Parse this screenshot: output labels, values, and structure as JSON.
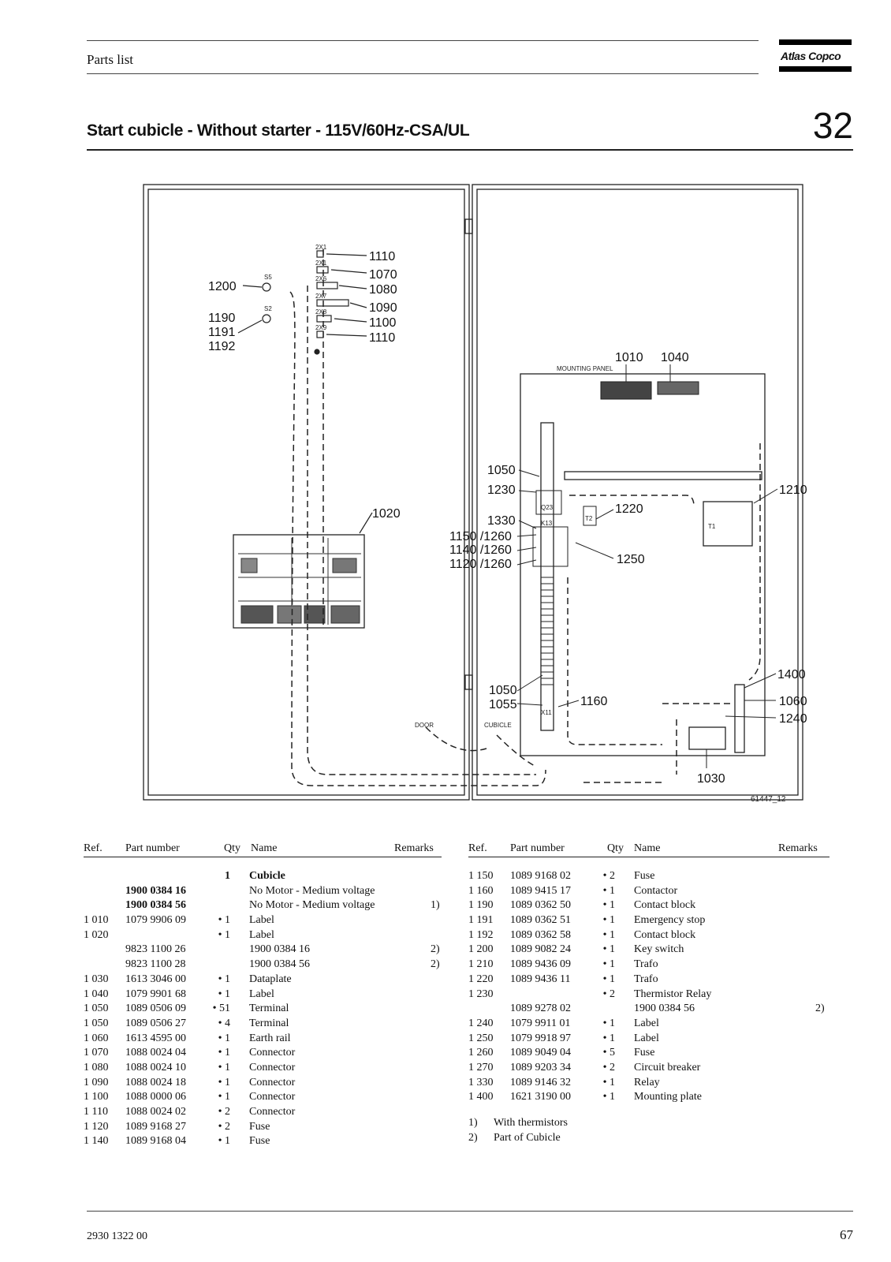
{
  "header": {
    "section": "Parts list",
    "brand": "Atlas Copco"
  },
  "page": {
    "title": "Start cubicle - Without starter - 115V/60Hz-CSA/UL",
    "section_number": "32"
  },
  "diagram": {
    "left_labels": [
      "1200",
      "1190",
      "1191",
      "1192"
    ],
    "connector_labels": [
      "1110",
      "1070",
      "1080",
      "1090",
      "1100",
      "1110"
    ],
    "small_labels": [
      "S5",
      "S2",
      "2X1",
      "2X1",
      "2X6",
      "2X7",
      "2X8",
      "2X9",
      "DOOR",
      "CUBICLE",
      "MOUNTING PANEL",
      "Q23",
      "K13",
      "X11",
      "T1",
      "T2"
    ],
    "panel_labels": [
      "1010",
      "1040",
      "1020",
      "1050",
      "1230",
      "1330",
      "1150 /1260",
      "1140 /1260",
      "1120 /1260",
      "1220",
      "1250",
      "1210",
      "1400",
      "1050",
      "1055",
      "1160",
      "1060",
      "1240",
      "1030"
    ],
    "drawing_number": "61447_12"
  },
  "table": {
    "headers": {
      "ref": "Ref.",
      "part": "Part number",
      "qty": "Qty",
      "name": "Name",
      "remarks": "Remarks"
    },
    "left": [
      {
        "ref": "",
        "part": "",
        "qty": "1",
        "name": "Cubicle",
        "remark": "",
        "bold": true
      },
      {
        "ref": "",
        "part": "1900 0384 16",
        "qty": "",
        "name": "No Motor - Medium voltage",
        "remark": "",
        "boldpart": true
      },
      {
        "ref": "",
        "part": "1900 0384 56",
        "qty": "",
        "name": "No Motor - Medium voltage",
        "remark": "1)",
        "boldpart": true
      },
      {
        "ref": "1 010",
        "part": "1079 9906 09",
        "qty": "• 1",
        "name": "Label",
        "remark": ""
      },
      {
        "ref": "1 020",
        "part": "",
        "qty": "• 1",
        "name": "Label",
        "remark": ""
      },
      {
        "ref": "",
        "part": "9823 1100 26",
        "qty": "",
        "name": "1900 0384 16",
        "remark": "2)"
      },
      {
        "ref": "",
        "part": "9823 1100 28",
        "qty": "",
        "name": "1900 0384 56",
        "remark": "2)"
      },
      {
        "ref": "1 030",
        "part": "1613 3046 00",
        "qty": "• 1",
        "name": "Dataplate",
        "remark": ""
      },
      {
        "ref": "1 040",
        "part": "1079 9901 68",
        "qty": "• 1",
        "name": "Label",
        "remark": ""
      },
      {
        "ref": "1 050",
        "part": "1089 0506 09",
        "qty": "• 51",
        "name": "Terminal",
        "remark": ""
      },
      {
        "ref": "1 050",
        "part": "1089 0506 27",
        "qty": "• 4",
        "name": "Terminal",
        "remark": ""
      },
      {
        "ref": "1 060",
        "part": "1613 4595 00",
        "qty": "• 1",
        "name": "Earth rail",
        "remark": ""
      },
      {
        "ref": "1 070",
        "part": "1088 0024 04",
        "qty": "• 1",
        "name": "Connector",
        "remark": ""
      },
      {
        "ref": "1 080",
        "part": "1088 0024 10",
        "qty": "• 1",
        "name": "Connector",
        "remark": ""
      },
      {
        "ref": "1 090",
        "part": "1088 0024 18",
        "qty": "• 1",
        "name": "Connector",
        "remark": ""
      },
      {
        "ref": "1 100",
        "part": "1088 0000 06",
        "qty": "• 1",
        "name": "Connector",
        "remark": ""
      },
      {
        "ref": "1 110",
        "part": "1088 0024 02",
        "qty": "• 2",
        "name": "Connector",
        "remark": ""
      },
      {
        "ref": "1 120",
        "part": "1089 9168 27",
        "qty": "• 2",
        "name": "Fuse",
        "remark": ""
      },
      {
        "ref": "1 140",
        "part": "1089 9168 04",
        "qty": "• 1",
        "name": "Fuse",
        "remark": ""
      }
    ],
    "right": [
      {
        "ref": "1 150",
        "part": "1089 9168 02",
        "qty": "• 2",
        "name": "Fuse",
        "remark": ""
      },
      {
        "ref": "1 160",
        "part": "1089 9415 17",
        "qty": "• 1",
        "name": "Contactor",
        "remark": ""
      },
      {
        "ref": "1 190",
        "part": "1089 0362 50",
        "qty": "• 1",
        "name": "Contact block",
        "remark": ""
      },
      {
        "ref": "1 191",
        "part": "1089 0362 51",
        "qty": "• 1",
        "name": "Emergency stop",
        "remark": ""
      },
      {
        "ref": "1 192",
        "part": "1089 0362 58",
        "qty": "• 1",
        "name": "Contact block",
        "remark": ""
      },
      {
        "ref": "1 200",
        "part": "1089 9082 24",
        "qty": "• 1",
        "name": "Key switch",
        "remark": ""
      },
      {
        "ref": "1 210",
        "part": "1089 9436 09",
        "qty": "• 1",
        "name": "Trafo",
        "remark": ""
      },
      {
        "ref": "1 220",
        "part": "1089 9436 11",
        "qty": "• 1",
        "name": "Trafo",
        "remark": ""
      },
      {
        "ref": "1 230",
        "part": "",
        "qty": "• 2",
        "name": "Thermistor Relay",
        "remark": ""
      },
      {
        "ref": "",
        "part": "1089 9278 02",
        "qty": "",
        "name": "1900 0384 56",
        "remark": "2)"
      },
      {
        "ref": "1 240",
        "part": "1079 9911 01",
        "qty": "• 1",
        "name": "Label",
        "remark": ""
      },
      {
        "ref": "1 250",
        "part": "1079 9918 97",
        "qty": "• 1",
        "name": "Label",
        "remark": ""
      },
      {
        "ref": "1 260",
        "part": "1089 9049 04",
        "qty": "• 5",
        "name": "Fuse",
        "remark": ""
      },
      {
        "ref": "1 270",
        "part": "1089 9203 34",
        "qty": "• 2",
        "name": "Circuit breaker",
        "remark": ""
      },
      {
        "ref": "1 330",
        "part": "1089 9146 32",
        "qty": "• 1",
        "name": "Relay",
        "remark": ""
      },
      {
        "ref": "1 400",
        "part": "1621 3190 00",
        "qty": "• 1",
        "name": "Mounting plate",
        "remark": ""
      }
    ],
    "notes": [
      {
        "num": "1)",
        "text": "With thermistors"
      },
      {
        "num": "2)",
        "text": "Part of Cubicle"
      }
    ]
  },
  "footer": {
    "doc_number": "2930 1322 00",
    "page": "67"
  }
}
